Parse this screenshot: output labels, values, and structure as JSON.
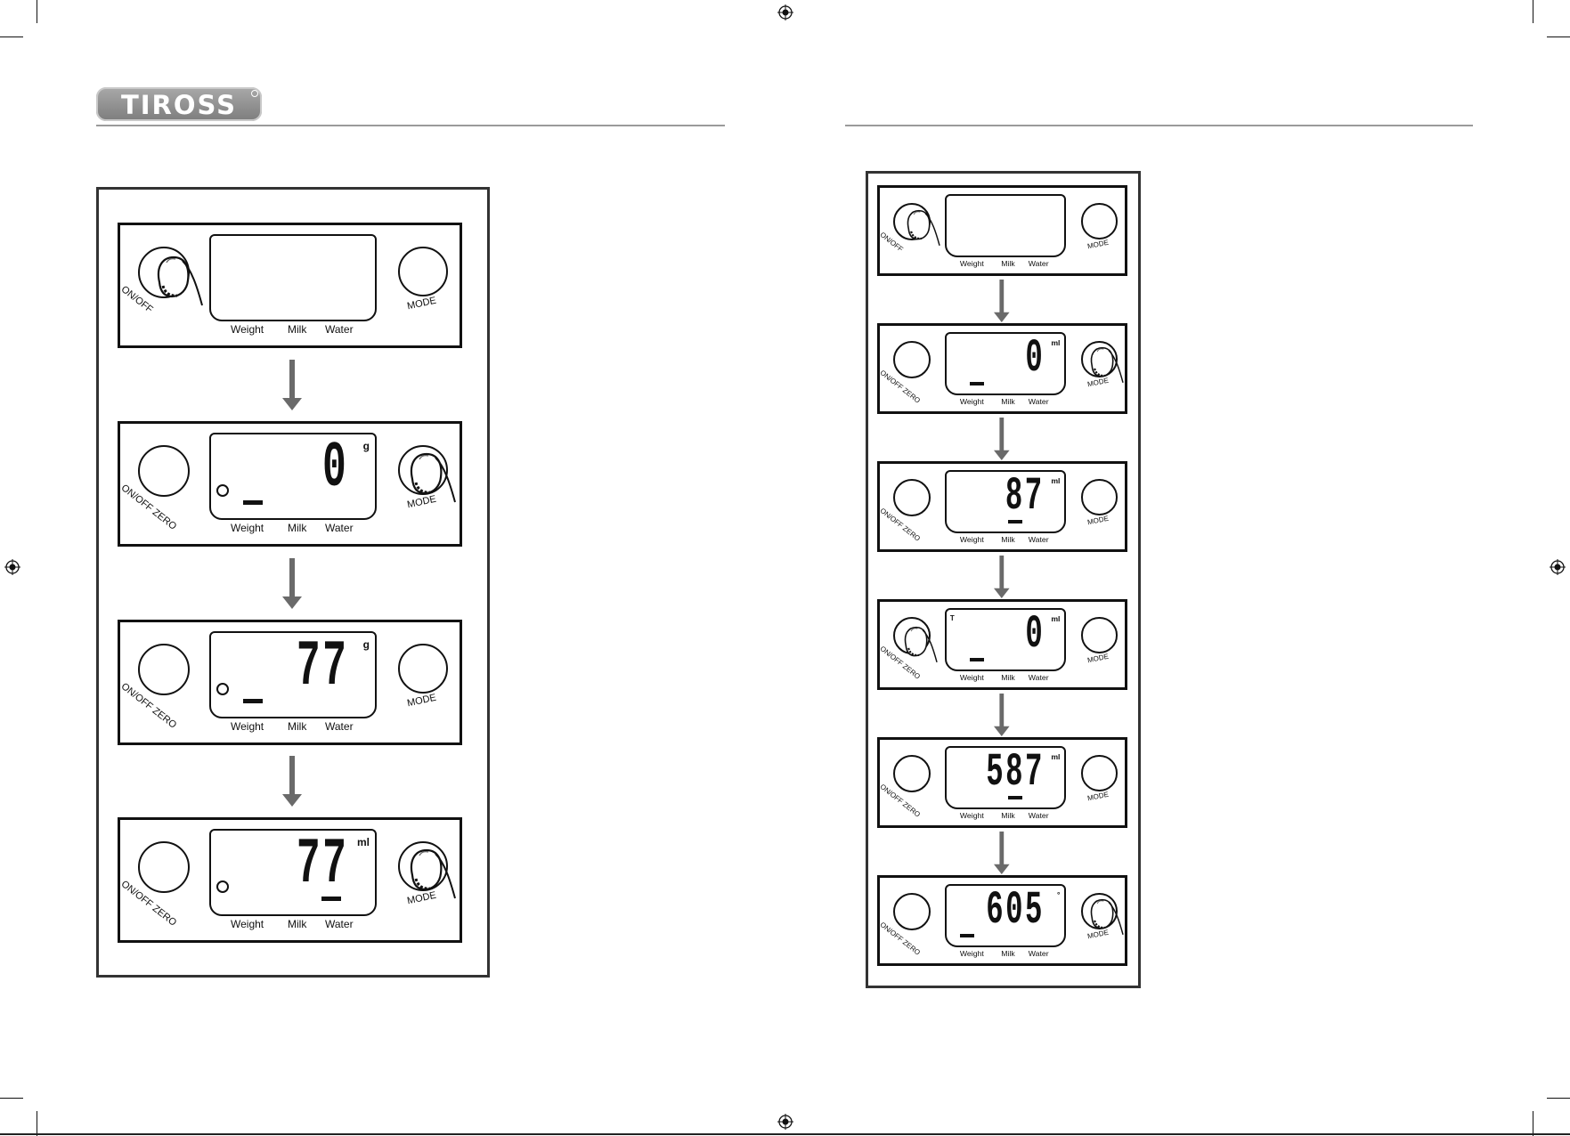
{
  "brand": {
    "logo_text": "TIROSS"
  },
  "display_labels": {
    "weight": "Weight",
    "milk": "Milk",
    "water": "Water"
  },
  "button_labels": {
    "on_off": "ON/OFF",
    "zero": "ZERO",
    "mode": "MODE"
  },
  "left_sequence": [
    {
      "value": "",
      "unit": "",
      "show_zero": false,
      "finger": "on_off",
      "indicator": false,
      "marker": "none",
      "tare": false
    },
    {
      "value": "0",
      "unit": "g",
      "show_zero": true,
      "finger": "mode",
      "indicator": true,
      "marker": "weight",
      "tare": false
    },
    {
      "value": "77",
      "unit": "g",
      "show_zero": true,
      "finger": "none",
      "indicator": true,
      "marker": "weight",
      "tare": false
    },
    {
      "value": "77",
      "unit": "ml",
      "show_zero": true,
      "finger": "mode",
      "indicator": true,
      "marker": "water",
      "tare": false
    }
  ],
  "right_sequence": [
    {
      "value": "",
      "unit": "",
      "show_zero": false,
      "finger": "on_off",
      "indicator": false,
      "marker": "none",
      "tare": false
    },
    {
      "value": "0",
      "unit": "ml",
      "show_zero": true,
      "finger": "mode",
      "indicator": false,
      "marker": "weight",
      "tare": false
    },
    {
      "value": "87",
      "unit": "ml",
      "show_zero": true,
      "finger": "none",
      "indicator": false,
      "marker": "milk",
      "tare": false
    },
    {
      "value": "0",
      "unit": "ml",
      "show_zero": true,
      "finger": "zero",
      "indicator": false,
      "marker": "weight",
      "tare": true,
      "tare_label": "T"
    },
    {
      "value": "587",
      "unit": "ml",
      "show_zero": true,
      "finger": "none",
      "indicator": false,
      "marker": "milk",
      "tare": false
    },
    {
      "value": "605",
      "unit": "°",
      "show_zero": true,
      "finger": "mode",
      "indicator": false,
      "marker": "weight-left",
      "tare": false
    }
  ]
}
